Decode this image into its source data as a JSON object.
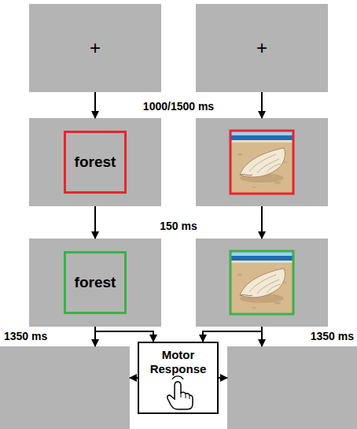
{
  "diagram": {
    "nodes": [
      {
        "text": [
          "+"
        ]
      },
      {
        "text": [
          "+"
        ]
      },
      {
        "text": []
      },
      {
        "text": [
          "forest"
        ],
        "in": 2
      },
      {
        "text": []
      },
      {
        "text": []
      },
      {
        "text": [
          "forest"
        ],
        "in": 5
      },
      {
        "text": []
      },
      {
        "text": []
      },
      {
        "text": [
          "Motor Response"
        ]
      },
      {
        "text": []
      }
    ],
    "edges": [
      {
        "from": 0,
        "to": 2,
        "arrow": "to"
      },
      {
        "from": 1,
        "to": 4,
        "arrow": "to"
      },
      {
        "from": 2,
        "to": 5,
        "arrow": "to"
      },
      {
        "from": 4,
        "to": 7,
        "arrow": "to"
      },
      {
        "from": 5,
        "to": 8,
        "arrow": "to"
      },
      {
        "from": 5,
        "to": 9,
        "arrow": "to"
      },
      {
        "from": 7,
        "to": 10,
        "arrow": "to"
      },
      {
        "from": 7,
        "to": 9,
        "arrow": "to"
      },
      {
        "from": 9,
        "to": 8,
        "arrow": "to"
      },
      {
        "from": 9,
        "to": 10,
        "arrow": "to"
      }
    ],
    "labels": [
      "1000/1500 ms",
      "150 ms",
      "1350 ms",
      "1350 ms"
    ]
  }
}
